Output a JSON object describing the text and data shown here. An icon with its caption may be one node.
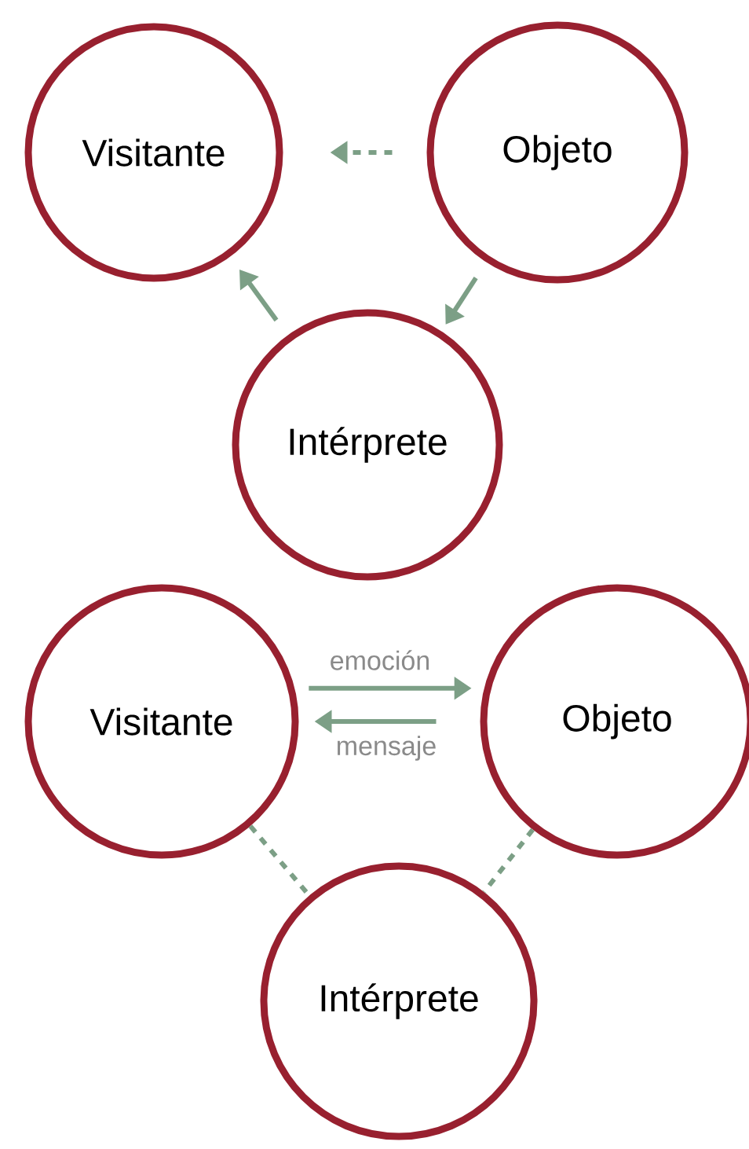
{
  "diagram": {
    "nodes": [
      {
        "text": [
          "Visitante"
        ]
      },
      {
        "text": [
          "Objeto"
        ]
      },
      {
        "text": [
          "Intérprete"
        ]
      },
      {
        "text": [
          "Visitante"
        ]
      },
      {
        "text": [
          "Objeto"
        ]
      },
      {
        "text": [
          "Intérprete"
        ]
      }
    ],
    "edges": [
      {
        "from": 1,
        "to": 0,
        "arrow": "to",
        "style": "dashed"
      },
      {
        "from": 2,
        "to": 0,
        "arrow": "to"
      },
      {
        "from": 1,
        "to": 2,
        "arrow": "to"
      },
      {
        "from": 3,
        "to": 4,
        "arrow": "to",
        "label": "emoción"
      },
      {
        "from": 4,
        "to": 3,
        "arrow": "to",
        "label": "mensaje"
      },
      {
        "from": 3,
        "to": 5,
        "arrow": "none",
        "style": "dashed"
      },
      {
        "from": 4,
        "to": 5,
        "arrow": "none",
        "style": "dashed"
      }
    ]
  }
}
